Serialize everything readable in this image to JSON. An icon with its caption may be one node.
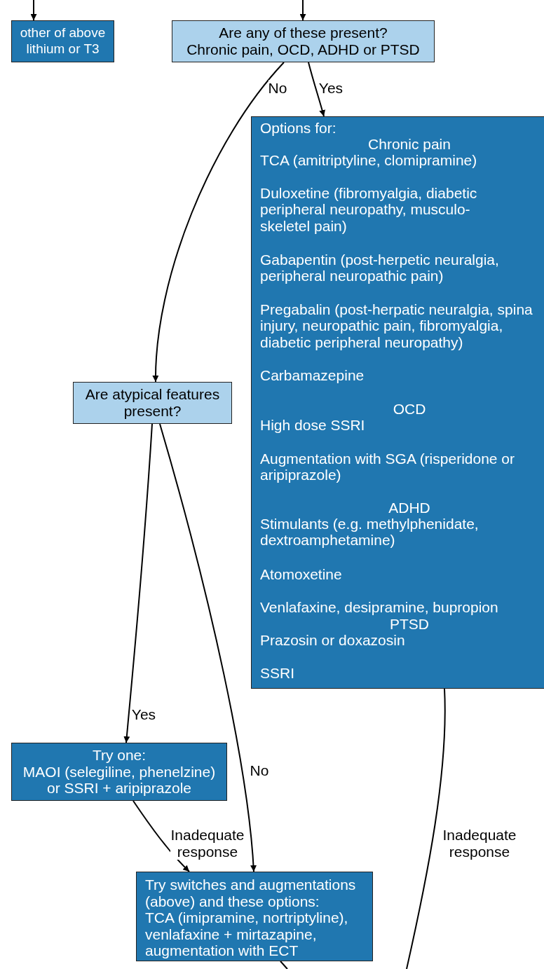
{
  "diagram": {
    "nodes": [
      {
        "text": [
          "other of above lithium or T3"
        ]
      },
      {
        "text": [
          "Are any of these present?",
          "Chronic pain, OCD, ADHD or PTSD"
        ]
      },
      {
        "text": [
          "Options for:",
          "Chronic pain",
          "TCA (amitriptyline, clomipramine)",
          "Duloxetine (fibromyalgia, diabetic peripheral neuropathy, musculo- skeletel pain)",
          "Gabapentin (post-herpetic neuralgia, peripheral neuropathic pain)",
          "Pregabalin (post-herpatic neuralgia, spina injury, neuropathic pain, fibromyalgia, diabetic peripheral neuropathy)",
          "Carbamazepine",
          "OCD",
          "High dose SSRI",
          "Augmentation with SGA (risperidone or aripiprazole)",
          "ADHD",
          "Stimulants (e.g. methylphenidate, dextroamphetamine)",
          "Atomoxetine",
          "Venlafaxine, desipramine, bupropion",
          "PTSD",
          "Prazosin or doxazosin",
          "SSRI"
        ]
      },
      {
        "text": [
          "Are atypical features present?"
        ]
      },
      {
        "text": [
          "Try one:",
          "MAOI (selegiline, phenelzine) or SSRI + aripiprazole"
        ]
      },
      {
        "text": [
          "Try switches and augmentations (above) and these options:",
          "TCA (imipramine, nortriptyline), venlafaxine + mirtazapine, augmentation with ECT"
        ]
      }
    ],
    "edges": [
      {
        "from": null,
        "to": 0,
        "arrow": "to"
      },
      {
        "from": null,
        "to": 1,
        "arrow": "to"
      },
      {
        "from": 1,
        "to": 3,
        "arrow": "to",
        "label": "No"
      },
      {
        "from": 1,
        "to": 2,
        "arrow": "to",
        "label": "Yes"
      },
      {
        "from": 3,
        "to": 4,
        "arrow": "to",
        "label": "Yes"
      },
      {
        "from": 3,
        "to": 5,
        "arrow": "to",
        "label": "No"
      },
      {
        "from": 4,
        "to": 5,
        "arrow": "to",
        "label": "Inadequate response"
      },
      {
        "from": 2,
        "to": null,
        "arrow": "none",
        "label": "Inadequate response"
      },
      {
        "from": 5,
        "to": null,
        "arrow": "none"
      }
    ]
  }
}
